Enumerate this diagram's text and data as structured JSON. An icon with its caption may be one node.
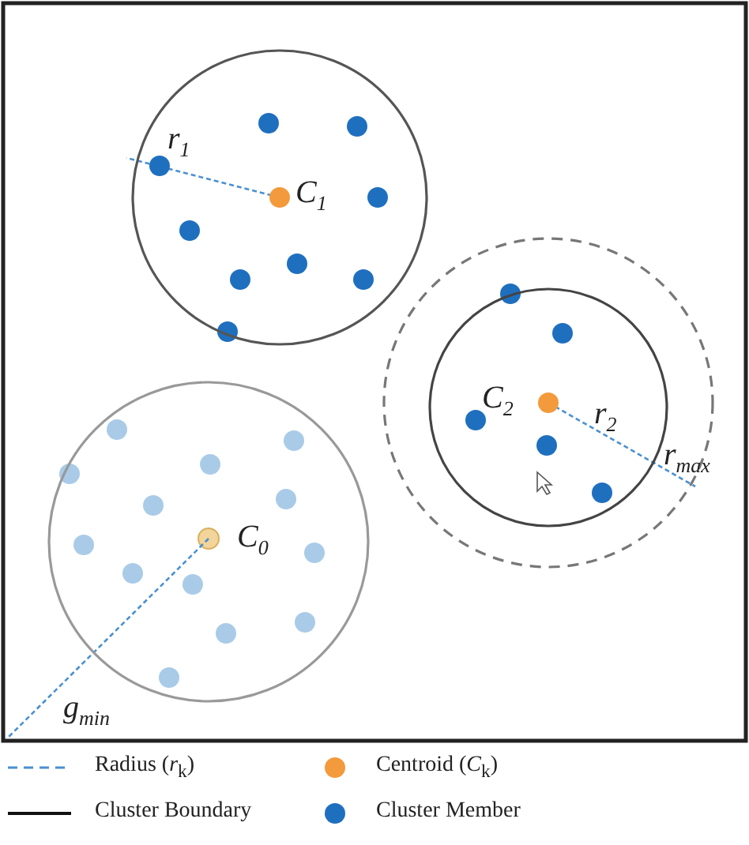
{
  "diagram": {
    "nodes": [
      {
        "text": [
          "r$_{1}$",
          "C$_{1}$"
        ]
      },
      {
        "text": [
          "r$_{max}$"
        ]
      },
      {
        "text": [
          "C$_{2}$",
          "r$_{2}$"
        ],
        "in": 1
      },
      {
        "text": [
          "C$_{0}$"
        ],
        "beside": [
          "g$_{min}$"
        ]
      }
    ],
    "legend": [
      {
        "text": "Radius (*r*$_{k}$)"
      },
      {
        "text": "Centroid (*C*$_{k}$)",
        "color": "#f39a3c"
      },
      {
        "text": "Cluster Boundary"
      },
      {
        "text": "Cluster Member",
        "color": "#1f6fbf"
      }
    ]
  }
}
